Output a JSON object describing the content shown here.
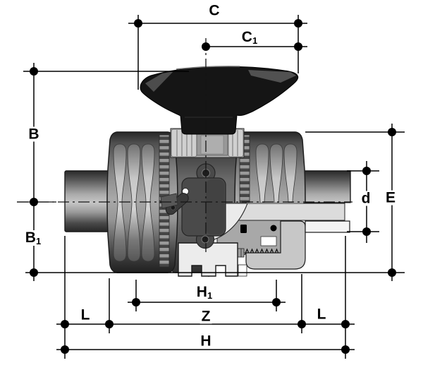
{
  "diagram": {
    "subject": "double union ball valve with lever handle, lower-right quarter shown in cross-section",
    "style": "black and white technical dimension drawing"
  },
  "dimension_labels": {
    "c": "C",
    "c1_main": "C",
    "c1_sub": "1",
    "b": "B",
    "b1_main": "B",
    "b1_sub": "1",
    "d": "d",
    "e": "E",
    "h1_main": "H",
    "h1_sub": "1",
    "z": "Z",
    "h": "H",
    "l_left": "L",
    "l_right": "L"
  },
  "colors": {
    "background": "#ffffff",
    "line": "#000000",
    "handle": "#151515",
    "nut_gray": "#8f8f8f",
    "body_gray": "#5e5e5e",
    "collar_gray": "#c9c9c9",
    "pipe_gray": "#a9a9a9",
    "section_light": "#dcdcdc",
    "section_mid": "#a8a8a8",
    "section_pale": "#ebebeb"
  }
}
